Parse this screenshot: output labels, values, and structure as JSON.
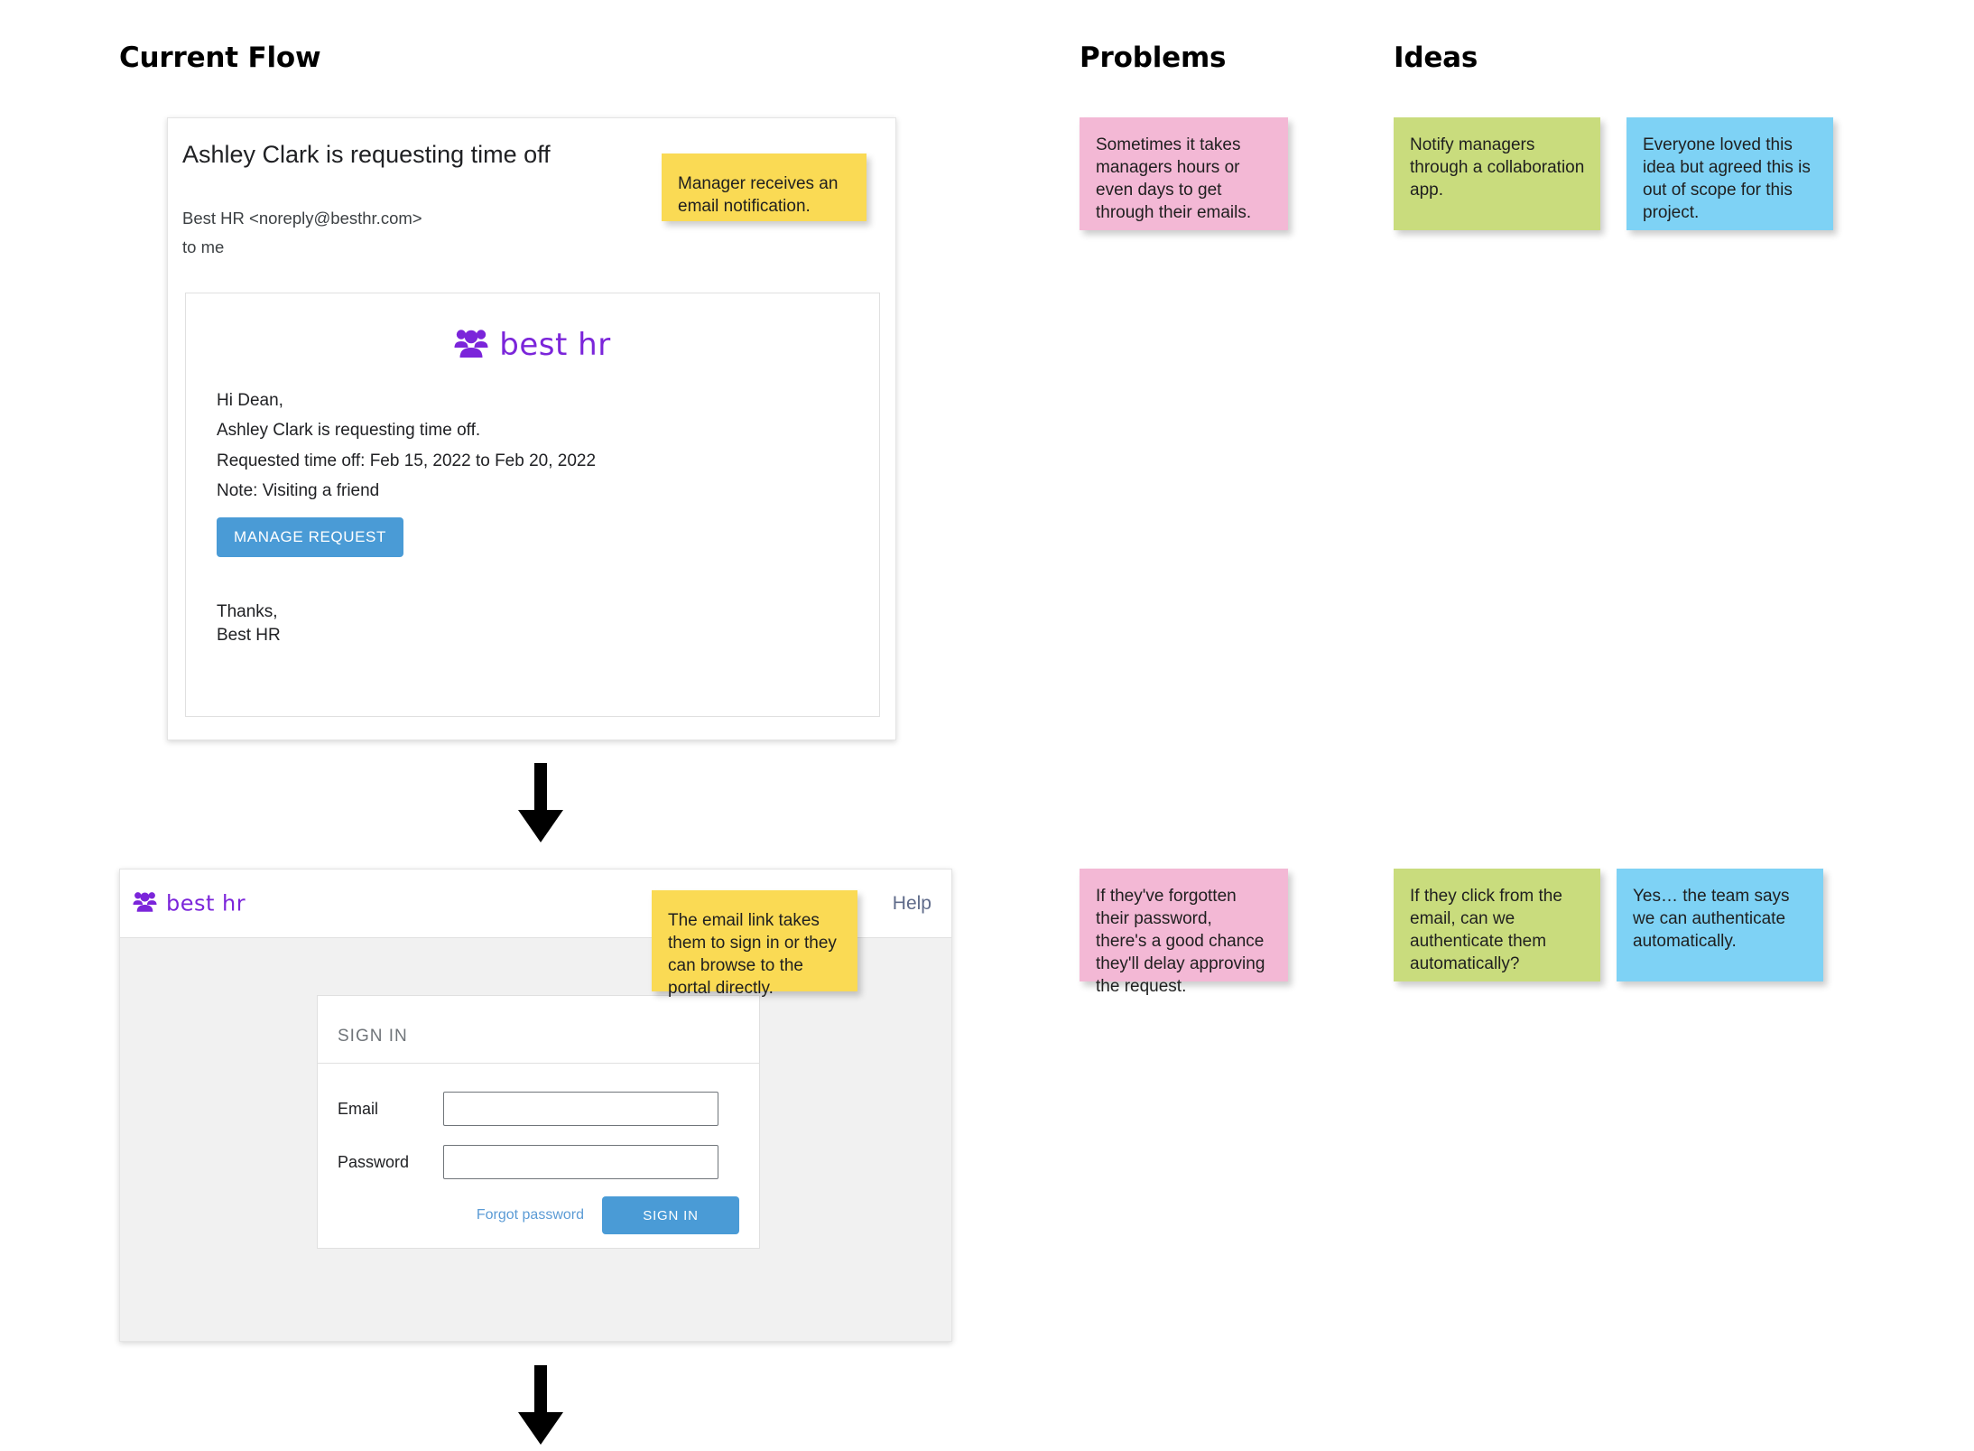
{
  "columns": {
    "current_flow": "Current Flow",
    "problems": "Problems",
    "ideas": "Ideas"
  },
  "brand": {
    "name": "best hr",
    "logo_icon": "people-group-icon",
    "color": "#7b25da",
    "accent_blue": "#4a9bd6"
  },
  "email_screen": {
    "subject": "Ashley Clark is requesting time off",
    "sender": "Best HR <noreply@besthr.com>",
    "recipient": "to me",
    "greeting": "Hi Dean,",
    "paragraph_1": "Ashley Clark is requesting time off.",
    "paragraph_2": "Requested time off: Feb 15, 2022 to Feb 20, 2022",
    "paragraph_3": "Note: Visiting a friend",
    "cta_label": "MANAGE REQUEST",
    "signoff": "Thanks,\nBest HR"
  },
  "portal_screen": {
    "help_label": "Help",
    "signin_card": {
      "title": "SIGN IN",
      "email_label": "Email",
      "email_value": "",
      "email_placeholder": "",
      "password_label": "Password",
      "password_value": "",
      "password_placeholder": "",
      "forgot_password_label": "Forgot password",
      "submit_label": "SIGN IN"
    }
  },
  "sticky_notes": {
    "email_note": "Manager receives an email notification.",
    "portal_note": "The email link takes them to sign in or they can browse to the portal directly.",
    "problem_1": "Sometimes it takes managers hours or even days to get through their emails.",
    "problem_2": "If they've forgotten their password,\nthere's a good chance they'll delay approving the request.",
    "idea_1": "Notify managers through a collaboration app.",
    "idea_2": "Everyone loved this idea but agreed this is out of scope for this project.",
    "idea_3": "If they click from the email, can we authenticate them automatically?",
    "idea_4": "Yes… the team says we can authenticate automatically."
  },
  "sticky_colors": {
    "yellow": "#fada54",
    "pink": "#f3b8d5",
    "green": "#c9dc7d",
    "blue": "#7ed2f5"
  },
  "flow": {
    "arrow_icon": "arrow-down-icon"
  }
}
